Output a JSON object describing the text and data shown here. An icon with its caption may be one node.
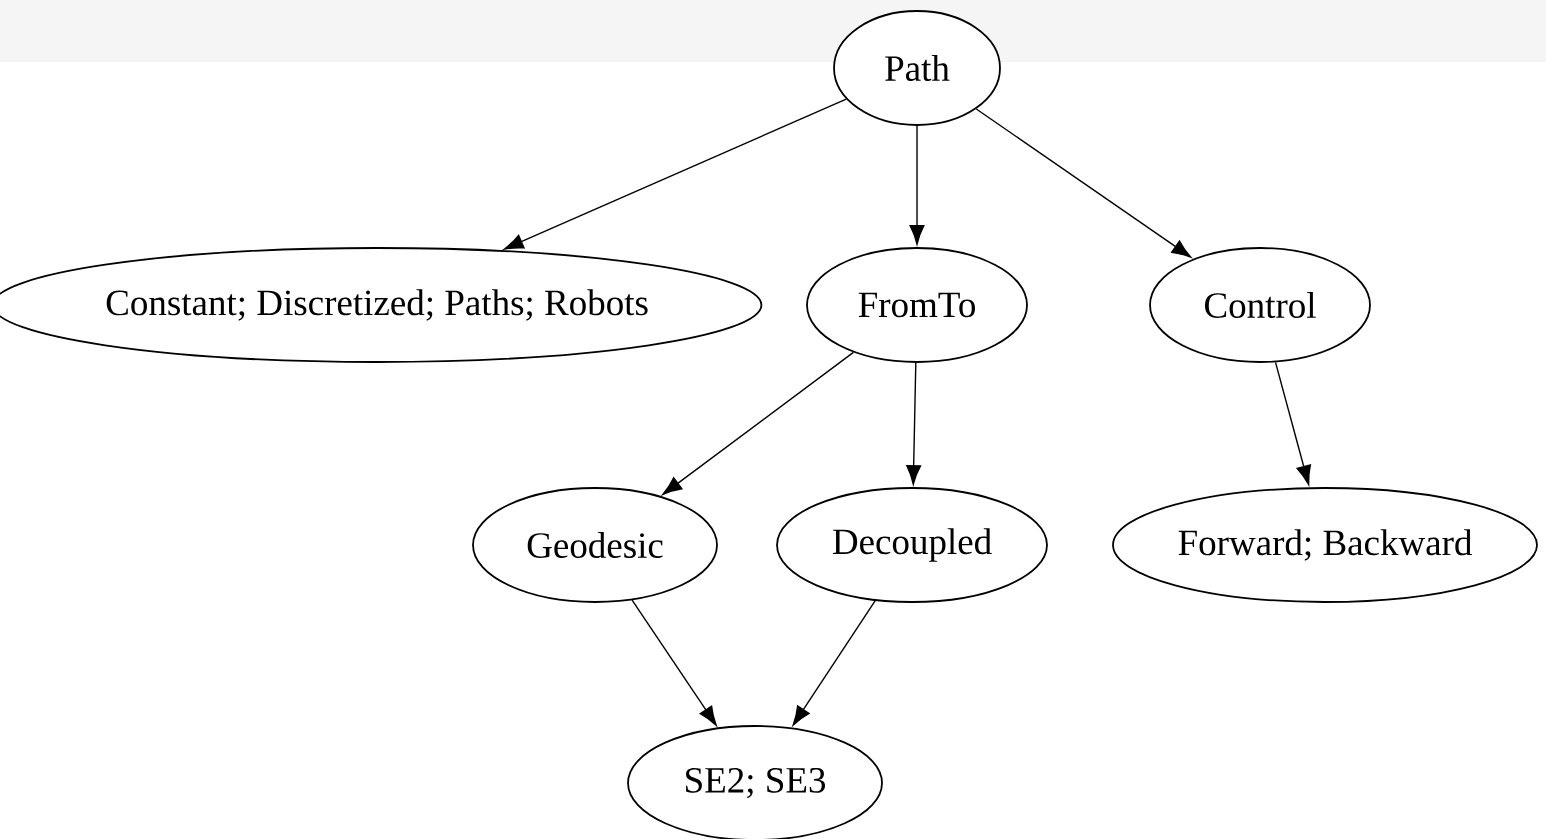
{
  "diagram": {
    "nodes": [
      {
        "text": [
          "Path"
        ]
      },
      {
        "text": [
          "Constant; Discretized; Paths; Robots"
        ]
      },
      {
        "text": [
          "FromTo"
        ]
      },
      {
        "text": [
          "Control"
        ]
      },
      {
        "text": [
          "Geodesic"
        ]
      },
      {
        "text": [
          "Decoupled"
        ]
      },
      {
        "text": [
          "Forward; Backward"
        ]
      },
      {
        "text": [
          "SE2; SE3"
        ]
      }
    ],
    "edges": [
      {
        "from": 0,
        "to": 1,
        "arrow": "to"
      },
      {
        "from": 0,
        "to": 2,
        "arrow": "to"
      },
      {
        "from": 0,
        "to": 3,
        "arrow": "to"
      },
      {
        "from": 2,
        "to": 4,
        "arrow": "to"
      },
      {
        "from": 2,
        "to": 5,
        "arrow": "to"
      },
      {
        "from": 3,
        "to": 6,
        "arrow": "to"
      },
      {
        "from": 4,
        "to": 7,
        "arrow": "to"
      },
      {
        "from": 5,
        "to": 7,
        "arrow": "to"
      }
    ]
  }
}
